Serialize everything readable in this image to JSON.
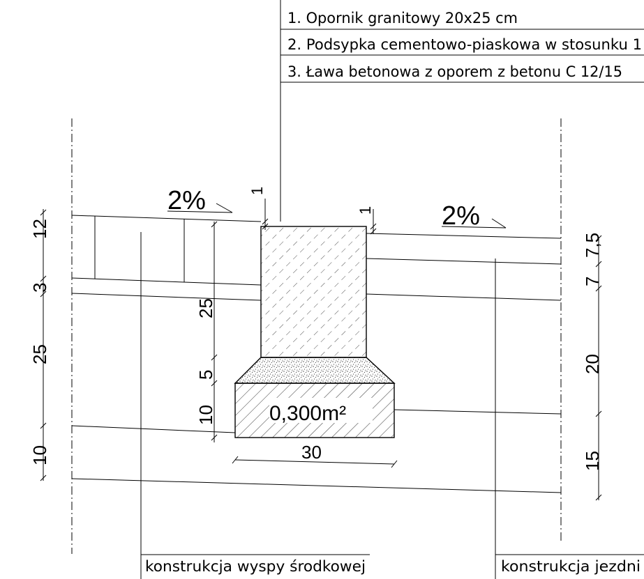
{
  "legend": {
    "items": [
      "1. Opornik granitowy 20x25 cm",
      "2. Podsypka cementowo-piaskowa w stosunku 1",
      "3. Ława betonowa z oporem z betonu C 12/15"
    ]
  },
  "slopes": {
    "left": "2%",
    "right": "2%"
  },
  "offsets": {
    "left": "1",
    "right": "1"
  },
  "left_dims": [
    "12",
    "3",
    "25",
    "10"
  ],
  "right_dims": [
    "7,5",
    "7",
    "20",
    "15"
  ],
  "inner_dims": {
    "curb": "25",
    "bedding": "5",
    "bench": "10"
  },
  "bench": {
    "area": "0,300m²",
    "width": "30"
  },
  "captions": {
    "island": "konstrukcja wyspy środkowej",
    "road": "konstrukcja jezdni"
  }
}
